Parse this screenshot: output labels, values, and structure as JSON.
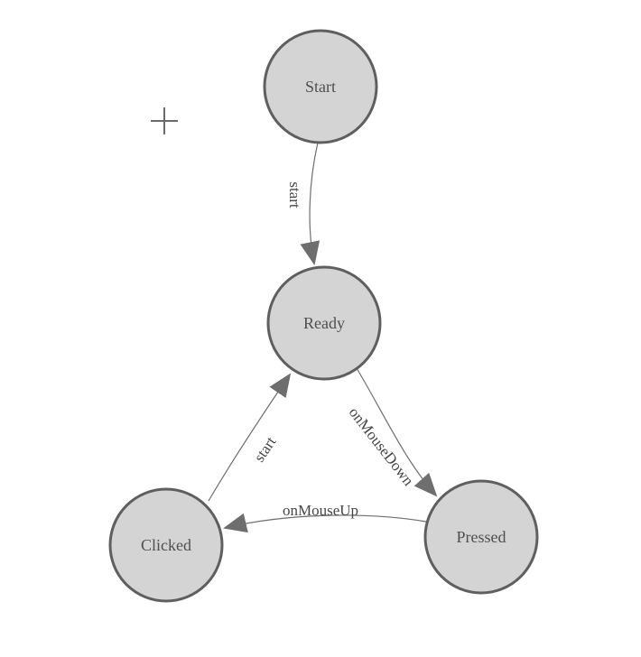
{
  "canvas": {
    "crosshair_cursor": {
      "symbol": "+",
      "color": "#6a6a6a"
    }
  },
  "diagram": {
    "type": "state-machine",
    "colors": {
      "node_fill": "#d4d4d4",
      "node_border": "#5f5f5f",
      "node_text": "#4f4f4f",
      "edge": "#6e6e6e",
      "label_text": "#464646"
    },
    "nodes": [
      {
        "id": "start",
        "label": "Start"
      },
      {
        "id": "ready",
        "label": "Ready"
      },
      {
        "id": "clicked",
        "label": "Clicked"
      },
      {
        "id": "pressed",
        "label": "Pressed"
      }
    ],
    "edges": [
      {
        "from": "start",
        "to": "ready",
        "label": "start"
      },
      {
        "from": "ready",
        "to": "pressed",
        "label": "onMouseDown"
      },
      {
        "from": "pressed",
        "to": "clicked",
        "label": "onMouseUp"
      },
      {
        "from": "clicked",
        "to": "ready",
        "label": "start"
      }
    ]
  }
}
